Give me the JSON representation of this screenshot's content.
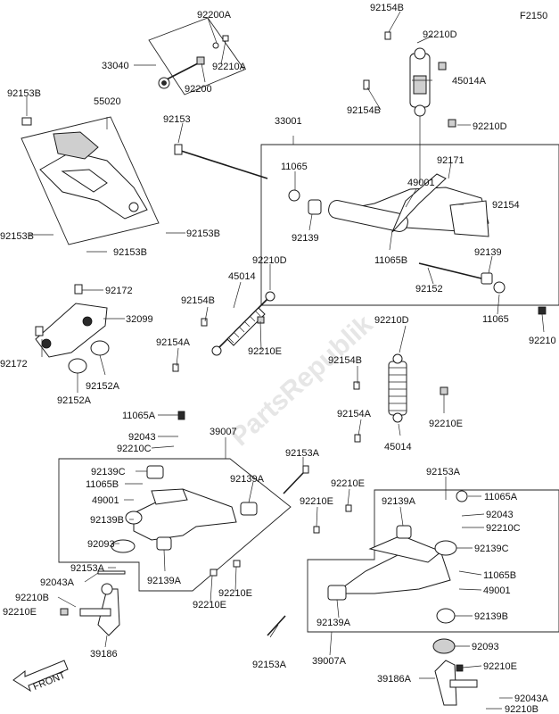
{
  "diagram_code": "F2150",
  "watermark": "PartsRepublik",
  "front_label": "FRONT",
  "labels": {
    "l33040": "33040",
    "l92200A": "92200A",
    "l92210A": "92210A",
    "l92200": "92200",
    "l92154B_top": "92154B",
    "l92210D_top": "92210D",
    "l45014A": "45014A",
    "l92154B_mid": "92154B",
    "l92210D_mid": "92210D",
    "l92153B_a": "92153B",
    "l55020": "55020",
    "l92153": "92153",
    "l33001": "33001",
    "l11065_top": "11065",
    "l49001_top": "49001",
    "l92171": "92171",
    "l92154": "92154",
    "l92139_left": "92139",
    "l11065B_mid": "11065B",
    "l92139_right": "92139",
    "l92152": "92152",
    "l11065_right": "11065",
    "l92210": "92210",
    "l92153B_b": "92153B",
    "l92153B_c": "92153B",
    "l92153B_d": "92153B",
    "l92172_a": "92172",
    "l32099": "32099",
    "l92172_b": "92172",
    "l92152A_a": "92152A",
    "l92152A_b": "92152A",
    "l92210D_shock": "92210D",
    "l45014_left": "45014",
    "l92154B_left": "92154B",
    "l92154A_left": "92154A",
    "l92210E_left": "92210E",
    "l92210D_rshock": "92210D",
    "l92154B_rshock": "92154B",
    "l92154A_rshock": "92154A",
    "l92210E_rshock": "92210E",
    "l45014_right": "45014",
    "l11065A_left": "11065A",
    "l92043_left": "92043",
    "l92210C_left": "92210C",
    "l39007": "39007",
    "l92139C_left": "92139C",
    "l11065B_left": "11065B",
    "l49001_left": "49001",
    "l92139B_left": "92139B",
    "l92139A_left1": "92139A",
    "l92093_left": "92093",
    "l92153A_left": "92153A",
    "l92139A_left2": "92139A",
    "l92043A_left": "92043A",
    "l92210B_left": "92210B",
    "l92210E_left2": "92210E",
    "l92210E_left3": "92210E",
    "l92210E_left4": "92210E",
    "l39186": "39186",
    "l92153A_mid": "92153A",
    "l92210E_mid1": "92210E",
    "l92210E_mid2": "92210E",
    "l92139A_mid": "92139A",
    "l92153A_r": "92153A",
    "l11065A_r": "11065A",
    "l92043_r": "92043",
    "l92210C_r": "92210C",
    "l92139C_r": "92139C",
    "l11065B_r": "11065B",
    "l49001_r": "49001",
    "l92139B_r": "92139B",
    "l92139A_r": "92139A",
    "l92153A_bottom": "92153A",
    "l39007A": "39007A",
    "l92093_r": "92093",
    "l92210E_r": "92210E",
    "l39186A": "39186A",
    "l92043A_r": "92043A",
    "l92210B_r": "92210B"
  }
}
